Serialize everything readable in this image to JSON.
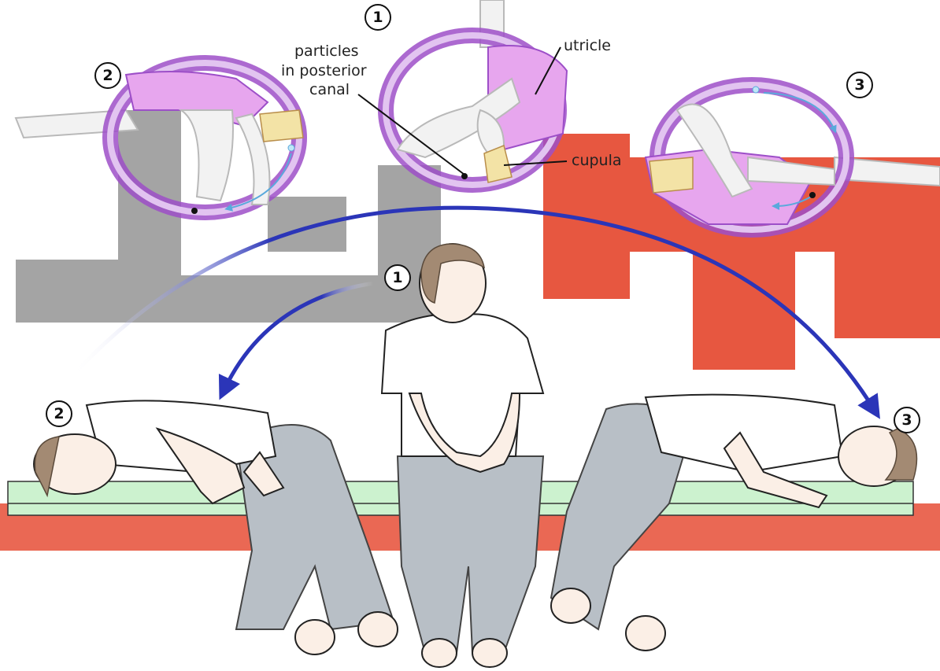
{
  "labels": {
    "particles": [
      "particles",
      "in posterior",
      "canal"
    ],
    "utricle": "utricle",
    "cupula": "cupula"
  },
  "steps": {
    "inset_1": "1",
    "inset_2": "2",
    "inset_3": "3",
    "person_1": "1",
    "person_2": "2",
    "person_3": "3"
  },
  "colors": {
    "canal": "#9d4fc8",
    "utricle_fill": "#e7a6ee",
    "arrow": "#2b35b8",
    "flow_arrow": "#5aa9dc",
    "table": "#ccf2cf",
    "pants": "#b8bfc6",
    "watermark_red": "#e5452b",
    "watermark_gray": "#9a9a9a"
  }
}
